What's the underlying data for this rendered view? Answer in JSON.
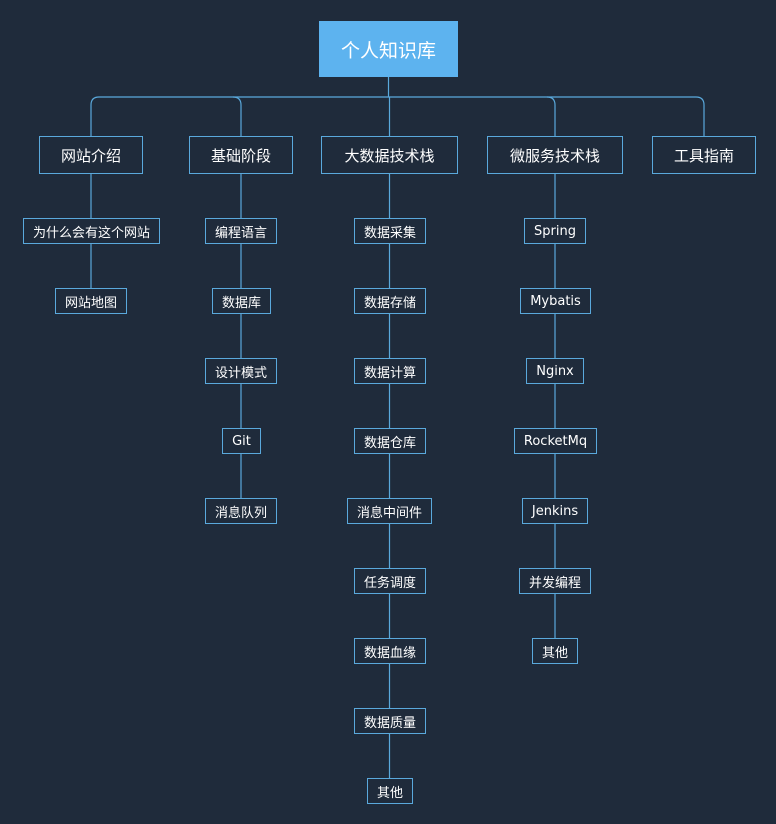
{
  "mindmap": {
    "root": "个人知识库",
    "colors": {
      "background": "#1f2b3b",
      "connector": "#5aa9dc",
      "root_fill": "#5db3ef",
      "text": "#ffffff"
    },
    "categories": [
      {
        "label": "网站介绍",
        "children": [
          "为什么会有这个网站",
          "网站地图"
        ]
      },
      {
        "label": "基础阶段",
        "children": [
          "编程语言",
          "数据库",
          "设计模式",
          "Git",
          "消息队列"
        ]
      },
      {
        "label": "大数据技术栈",
        "children": [
          "数据采集",
          "数据存储",
          "数据计算",
          "数据仓库",
          "消息中间件",
          "任务调度",
          "数据血缘",
          "数据质量",
          "其他"
        ]
      },
      {
        "label": "微服务技术栈",
        "children": [
          "Spring",
          "Mybatis",
          "Nginx",
          "RocketMq",
          "Jenkins",
          "并发编程",
          "其他"
        ]
      },
      {
        "label": "工具指南",
        "children": []
      }
    ]
  }
}
